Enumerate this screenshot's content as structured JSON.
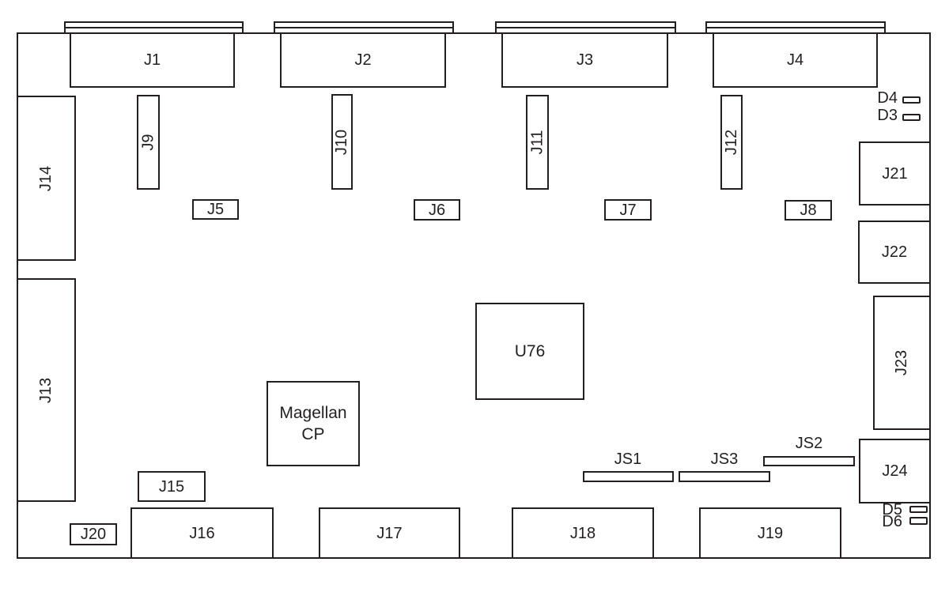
{
  "colors": {
    "line": "#231f20",
    "background": "#ffffff"
  },
  "board": {
    "top_connectors": [
      {
        "label": "J1"
      },
      {
        "label": "J2"
      },
      {
        "label": "J3"
      },
      {
        "label": "J4"
      }
    ],
    "header_connectors": [
      {
        "label": "J9"
      },
      {
        "label": "J10"
      },
      {
        "label": "J11"
      },
      {
        "label": "J12"
      }
    ],
    "jumper_blocks": [
      {
        "label": "J5"
      },
      {
        "label": "J6"
      },
      {
        "label": "J7"
      },
      {
        "label": "J8"
      }
    ],
    "left_connectors": [
      {
        "label": "J14"
      },
      {
        "label": "J13"
      }
    ],
    "right_connectors": [
      {
        "label": "J21"
      },
      {
        "label": "J22"
      },
      {
        "label": "J23"
      },
      {
        "label": "J24"
      }
    ],
    "bottom_connectors": [
      {
        "label": "J16"
      },
      {
        "label": "J17"
      },
      {
        "label": "J18"
      },
      {
        "label": "J19"
      }
    ],
    "aux_connectors": [
      {
        "label": "J15"
      },
      {
        "label": "J20"
      }
    ],
    "ics": [
      {
        "label": "U76"
      },
      {
        "label_line1": "Magellan",
        "label_line2": "CP"
      }
    ],
    "solder_jumpers": [
      {
        "label": "JS1"
      },
      {
        "label": "JS3"
      },
      {
        "label": "JS2"
      }
    ],
    "diodes": [
      {
        "label": "D4"
      },
      {
        "label": "D3"
      },
      {
        "label": "D5"
      },
      {
        "label": "D6"
      }
    ]
  }
}
